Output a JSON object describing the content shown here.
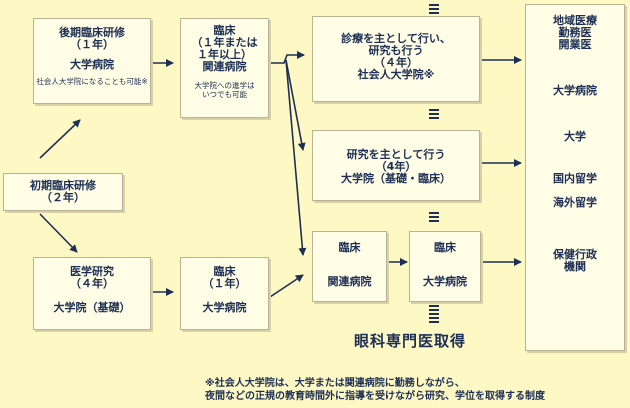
{
  "boxes": {
    "late_training": {
      "l1": "後期臨床研修",
      "l2": "（１年）",
      "l3": "大学病院",
      "note": "社会人大学院になることも可能※"
    },
    "initial_training": {
      "l1": "初期臨床研修",
      "l2": "（２年）"
    },
    "medical_research": {
      "l1": "医学研究",
      "l2": "（４年）",
      "l3": "大学院（基礎）"
    },
    "clinical_related": {
      "l1": "臨床",
      "l2": "（１年または",
      "l3": "１年以上）",
      "l4": "関連病院",
      "note1": "大学院への進学は",
      "note2": "いつでも可能"
    },
    "clinical_univ_1yr": {
      "l1": "臨床",
      "l2": "（１年）",
      "l3": "大学病院"
    },
    "clinical_main": {
      "l1": "診療を主として行い、",
      "l2": "研究も行う",
      "l3": "（４年）",
      "l4": "社会人大学院※"
    },
    "research_main": {
      "l1": "研究を主として行う",
      "l2": "（4年）",
      "l3": "大学院（基礎・臨床）"
    },
    "clinical_related_b": {
      "l1": "臨床",
      "l2": "関連病院"
    },
    "clinical_univ_b": {
      "l1": "臨床",
      "l2": "大学病院"
    },
    "careers": {
      "c1": "地域医療",
      "c2": "勤務医",
      "c3": "開業医",
      "c4": "大学病院",
      "c5": "大学",
      "c6": "国内留学",
      "c7": "海外留学",
      "c8": "保健行政",
      "c9": "機関"
    }
  },
  "specialist_label": "眼科専門医取得",
  "footnote": {
    "line1": "※社会人大学院は、大学または関連病院に勤務しながら、",
    "line2": "夜間などの正規の教育時間外に指導を受けながら研究、学位を取得する制度"
  },
  "colors": {
    "background": "#fdf8c4",
    "box": "#fffde6",
    "border": "#b9b294",
    "text": "#1d2f55",
    "arrow": "#1d2f55"
  }
}
